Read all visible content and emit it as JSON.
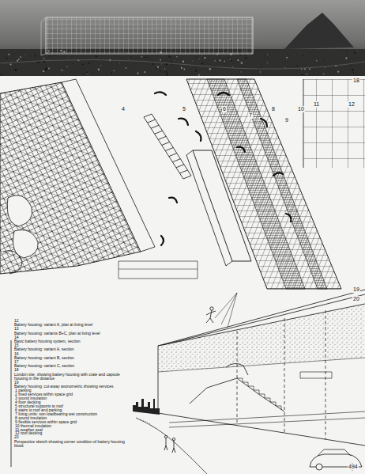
{
  "diagram": {
    "labels": [
      "18",
      "4",
      "5",
      "6",
      "7",
      "8",
      "9",
      "10",
      "11",
      "12",
      "19",
      "20",
      "12",
      "Battery housing: variant A, plan at living level",
      "13",
      "Battery housing: variants B+C, plan at living level",
      "14",
      "Basic battery housing system, section",
      "15",
      "Battery housing: variant A, section",
      "16",
      "Battery housing: variant B, section",
      "17",
      "Battery housing: variant C, section",
      "18",
      "London site, showing battery housing with crate and capsule housing in the distance",
      "19",
      "Battery housing: cut-away axonometric showing services",
      "1 parking",
      "2 fixed services within space grid",
      "3 sound insulation",
      "4 floor decking",
      "5 structural supports to roof",
      "6 stairs to roof and parking",
      "7 living units: non-loadbearing wet construction",
      "8 sound insulation",
      "9 flexible services within space grid",
      "10 thermal insulation",
      "11 weather seal",
      "12 roof decking",
      "20",
      "Perspective sketch showing corner condition of battery housing block",
      "494"
    ]
  }
}
